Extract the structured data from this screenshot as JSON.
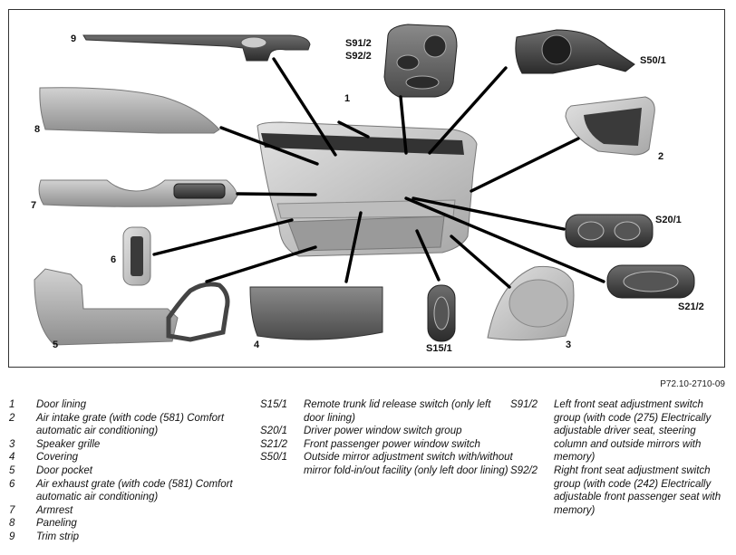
{
  "figure": {
    "reference": "P72.10-2710-09",
    "callouts": [
      "1",
      "2",
      "3",
      "4",
      "5",
      "6",
      "7",
      "8",
      "9",
      "S91/2",
      "S92/2",
      "S50/1",
      "S20/1",
      "S21/2",
      "S15/1"
    ]
  },
  "legend": {
    "col1": [
      {
        "code": "1",
        "text": "Door lining"
      },
      {
        "code": "2",
        "text": "Air intake grate (with code (581) Comfort automatic air conditioning)"
      },
      {
        "code": "3",
        "text": "Speaker grille"
      },
      {
        "code": "4",
        "text": "Covering"
      },
      {
        "code": "5",
        "text": "Door pocket"
      },
      {
        "code": "6",
        "text": "Air exhaust grate (with code (581) Comfort automatic air conditioning)"
      },
      {
        "code": "7",
        "text": "Armrest"
      },
      {
        "code": "8",
        "text": "Paneling"
      },
      {
        "code": "9",
        "text": "Trim strip"
      }
    ],
    "col2": [
      {
        "code": "S15/1",
        "text": "Remote trunk lid release switch (only left door lining)"
      },
      {
        "code": "S20/1",
        "text": "Driver power window switch group"
      },
      {
        "code": "S21/2",
        "text": "Front passenger power window switch"
      },
      {
        "code": "S50/1",
        "text": "Outside mirror adjustment switch with/without mirror fold-in/out facility (only left door lining)"
      }
    ],
    "col3": [
      {
        "code": "S91/2",
        "text": "Left front seat adjustment switch group (with code (275) Electrically adjustable driver seat, steering column and outside mirrors with memory)"
      },
      {
        "code": "S92/2",
        "text": "Right front seat adjustment switch group (with code (242) Electrically adjustable front passenger seat with memory)"
      }
    ]
  }
}
